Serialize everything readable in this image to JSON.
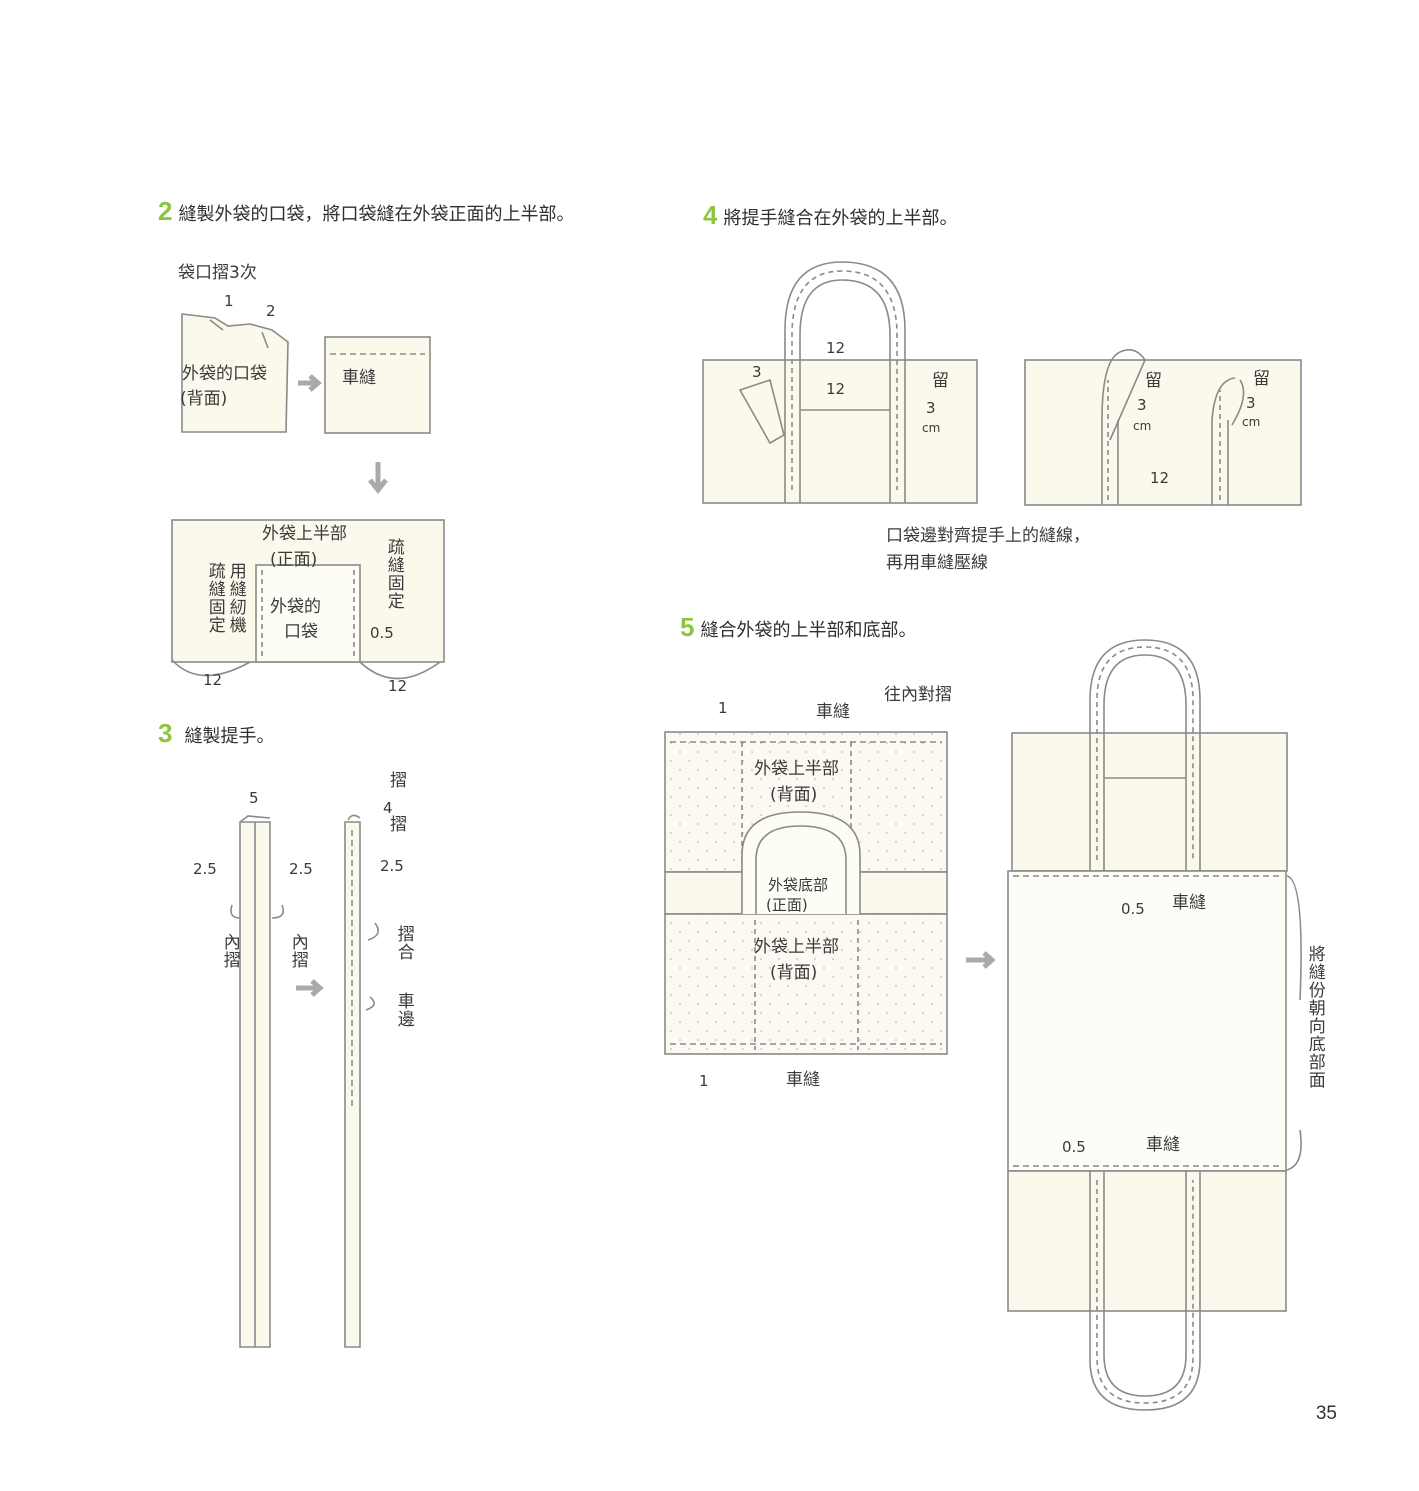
{
  "steps": {
    "s2": {
      "num": "2",
      "text": "縫製外袋的口袋，將口袋縫在外袋正面的上半部。"
    },
    "s3": {
      "num": "3",
      "text": "縫製提手。"
    },
    "s4": {
      "num": "4",
      "text": "將提手縫合在外袋的上半部。"
    },
    "s5": {
      "num": "5",
      "text": "縫合外袋的上半部和底部。"
    }
  },
  "labels": {
    "fold3": "袋口摺3次",
    "n1": "1",
    "n2": "2",
    "pocket_back": "外袋的口袋",
    "back_paren": "(背面)",
    "stitch": "車縫",
    "upper_top": "外袋上半部",
    "front_paren": "(正面)",
    "baste": "疏縫固定",
    "baste_machine": "用縫紉機",
    "baste_left": "疏縫固定",
    "pocket2": "外袋的",
    "pocket2b": "口袋",
    "d05": "0.5",
    "d12": "12",
    "d5": "5",
    "d25": "2.5",
    "d4": "4",
    "fold": "摺",
    "inner_fold": "內摺",
    "fold_join": "摺合",
    "edge_stitch": "車邊",
    "d3": "3",
    "leave": "留",
    "cm": "cm",
    "align_note1": "口袋邊對齊提手上的縫線，",
    "align_note2": "再用車縫壓線",
    "fold_in": "往內對摺",
    "upper_back": "外袋上半部",
    "bottom_front": "外袋底部",
    "seam_note": "將縫份朝向底部面"
  },
  "page_number": "35",
  "colors": {
    "accent": "#8cc63f",
    "line": "#8a8a8a",
    "fabric": "#fbf8ec"
  }
}
